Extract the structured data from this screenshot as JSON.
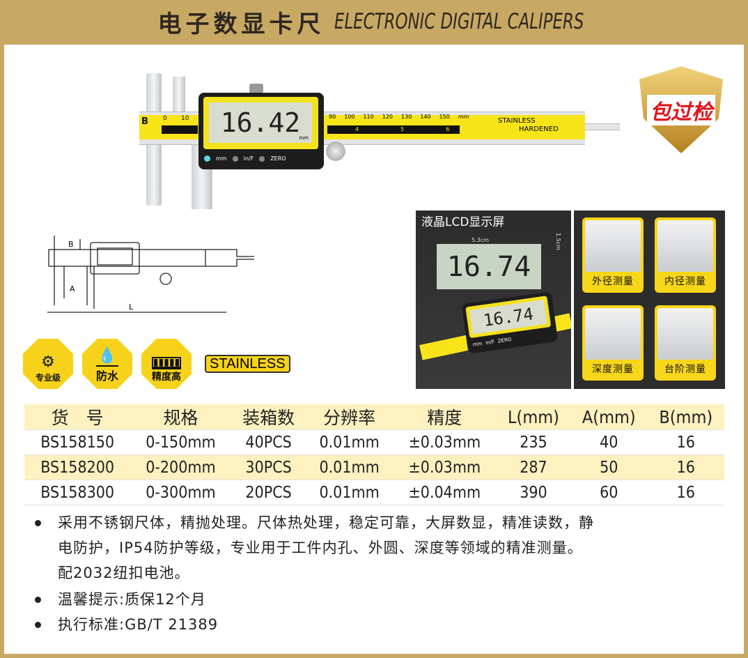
{
  "header": {
    "title_cn": "电子数显卡尺",
    "title_en": "ELECTRONIC DIGITAL CALIPERS"
  },
  "product_photo": {
    "reading": "16.42",
    "unit": "mm",
    "scale_left": [
      "0",
      "10"
    ],
    "scale_right": [
      "90",
      "100",
      "110",
      "120",
      "130",
      "140",
      "150"
    ],
    "scale_unit": "mm",
    "inch_marks": [
      "4",
      "5",
      "6"
    ],
    "inch_unit": "in",
    "buttons": [
      "mm",
      "in/F",
      "ZERO"
    ],
    "engraving": [
      "STAINLESS",
      "HARDENED"
    ]
  },
  "certified_badge": "包过检",
  "diagram": {
    "labels": [
      "B",
      "A",
      "L"
    ]
  },
  "features": [
    {
      "label": "专业级",
      "icon": "magnifier-gear-icon"
    },
    {
      "label": "防水",
      "icon": "water-drops-icon"
    },
    {
      "label": "精度高",
      "icon": "ruler-icon"
    }
  ],
  "stainless_tag": "STAINLESS",
  "lcd_panel": {
    "title": "液晶LCD显示屏",
    "width": "5.3cm",
    "height": "1.5cm",
    "reading": "16.74",
    "unit": "mm",
    "buttons": [
      "mm",
      "in/F",
      "ZERO"
    ]
  },
  "measure_modes": [
    "外径测量",
    "内径测量",
    "深度测量",
    "台阶测量"
  ],
  "table": {
    "headers": [
      "货　号",
      "规格",
      "装箱数",
      "分辨率",
      "精度",
      "L(mm)",
      "A(mm)",
      "B(mm)"
    ],
    "rows": [
      [
        "BS158150",
        "0-150mm",
        "40PCS",
        "0.01mm",
        "±0.03mm",
        "235",
        "40",
        "16"
      ],
      [
        "BS158200",
        "0-200mm",
        "30PCS",
        "0.01mm",
        "±0.03mm",
        "287",
        "50",
        "16"
      ],
      [
        "BS158300",
        "0-300mm",
        "20PCS",
        "0.01mm",
        "±0.04mm",
        "390",
        "60",
        "16"
      ]
    ]
  },
  "notes": [
    [
      "采用不锈钢尺体，精抛处理。尺体热处理，稳定可靠，大屏数显，精准读数，静",
      "电防护，IP54防护等级，专业用于工件内孔、外圆、深度等领域的精准测量。",
      "配2032纽扣电池。"
    ],
    [
      "温馨提示:质保12个月"
    ],
    [
      "执行标准:GB/T 21389"
    ]
  ]
}
